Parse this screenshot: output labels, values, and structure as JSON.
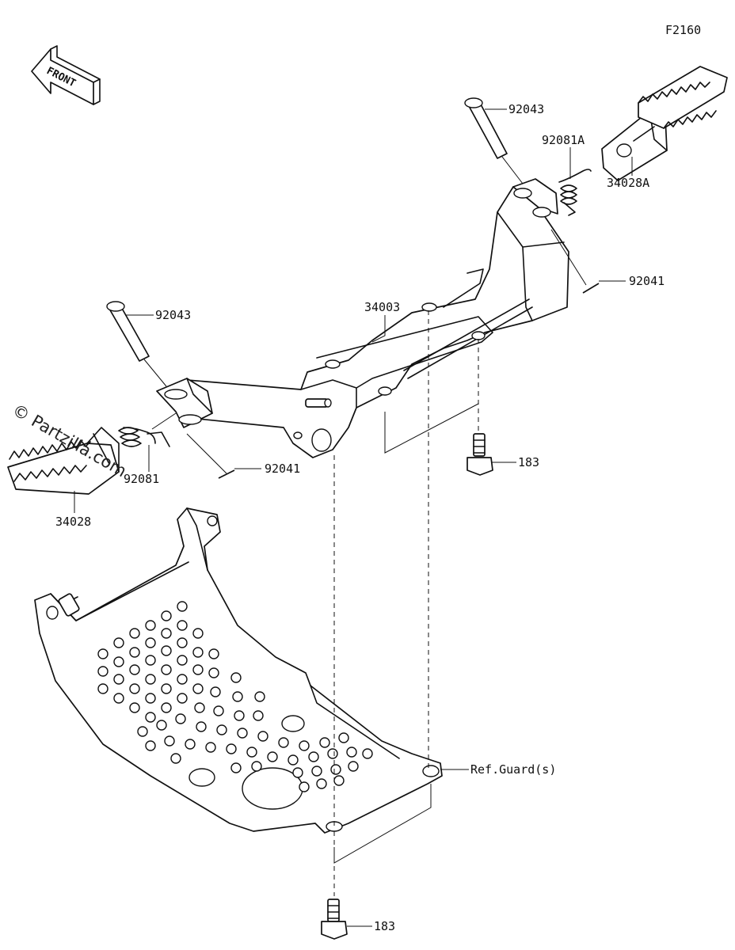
{
  "diagram_code": "F2160",
  "front_indicator": "FRONT",
  "watermark": "© Partzilla.com",
  "callouts": {
    "pin_upper_right": "92043",
    "spring_right": "92081A",
    "footpeg_right": "34028A",
    "cotter_pin_right": "92041",
    "bracket": "34003",
    "pin_left": "92043",
    "spring_left": "92081",
    "cotter_pin_left": "92041",
    "footpeg_left": "34028",
    "bolt_upper": "183",
    "guard_ref": "Ref.Guard(s)",
    "bolt_lower": "183"
  }
}
